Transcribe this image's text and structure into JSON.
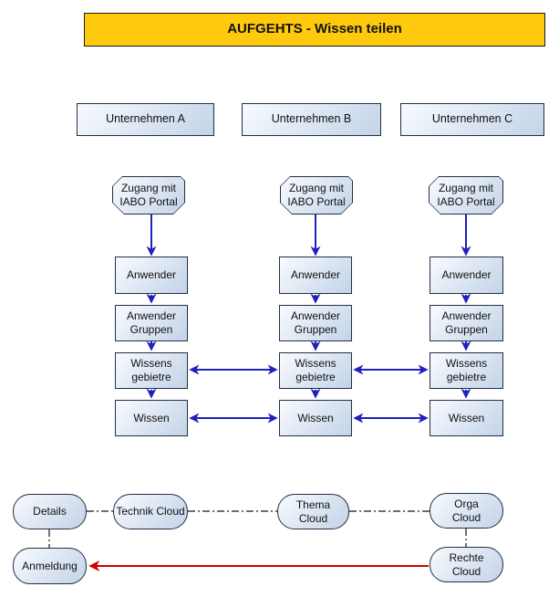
{
  "title": {
    "label": "AUFGEHTS - Wissen teilen"
  },
  "companies": [
    {
      "label": "Unternehmen A"
    },
    {
      "label": "Unternehmen B"
    },
    {
      "label": "Unternehmen C"
    }
  ],
  "columns": [
    {
      "portal_label": "Zugang mit\nIABO Portal",
      "nodes": [
        "Anwender",
        "Anwender\nGruppen",
        "Wissens\ngebietre",
        "Wissen"
      ]
    },
    {
      "portal_label": "Zugang mit\nIABO Portal",
      "nodes": [
        "Anwender",
        "Anwender\nGruppen",
        "Wissens\ngebietre",
        "Wissen"
      ]
    },
    {
      "portal_label": "Zugang mit\nIABO Portal",
      "nodes": [
        "Anwender",
        "Anwender\nGruppen",
        "Wissens\ngebietre",
        "Wissen"
      ]
    }
  ],
  "clouds": {
    "details": "Details",
    "technik": "Technik Cloud",
    "thema": "Thema\nCloud",
    "orga": "Orga\nCloud",
    "anmeldung": "Anmeldung",
    "rechte": "Rechte\nCloud"
  },
  "colors": {
    "title_bg": "#FFC90E",
    "title_border": "#1a1a1a",
    "node_border": "#233044",
    "node_fill_light": "#f8fbfe",
    "node_fill_dark": "#c3d3e8",
    "arrow_blue": "#2020c0",
    "arrow_red": "#cc0000",
    "dash_line": "#161616",
    "text": "#111111",
    "background": "#ffffff"
  }
}
